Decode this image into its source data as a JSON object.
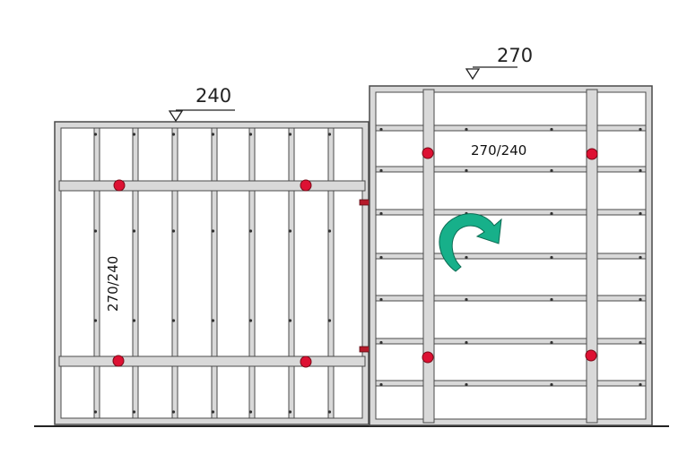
{
  "diagram": {
    "left_frame": {
      "height_label": "240",
      "module_label": "270/240"
    },
    "right_frame": {
      "height_label": "270",
      "module_label": "270/240"
    },
    "colors": {
      "frame_fill": "#d9d9d9",
      "frame_stroke": "#4a4a4a",
      "clamp_red": "#dd1133",
      "connector_red": "#b51a2a",
      "rotate_arrow": "#17b08a",
      "ground_line": "#222222"
    },
    "icons": {
      "rotation": "rotate-arrow-icon",
      "height_marker": "level-triangle-icon",
      "clamp": "clamp-icon"
    }
  }
}
